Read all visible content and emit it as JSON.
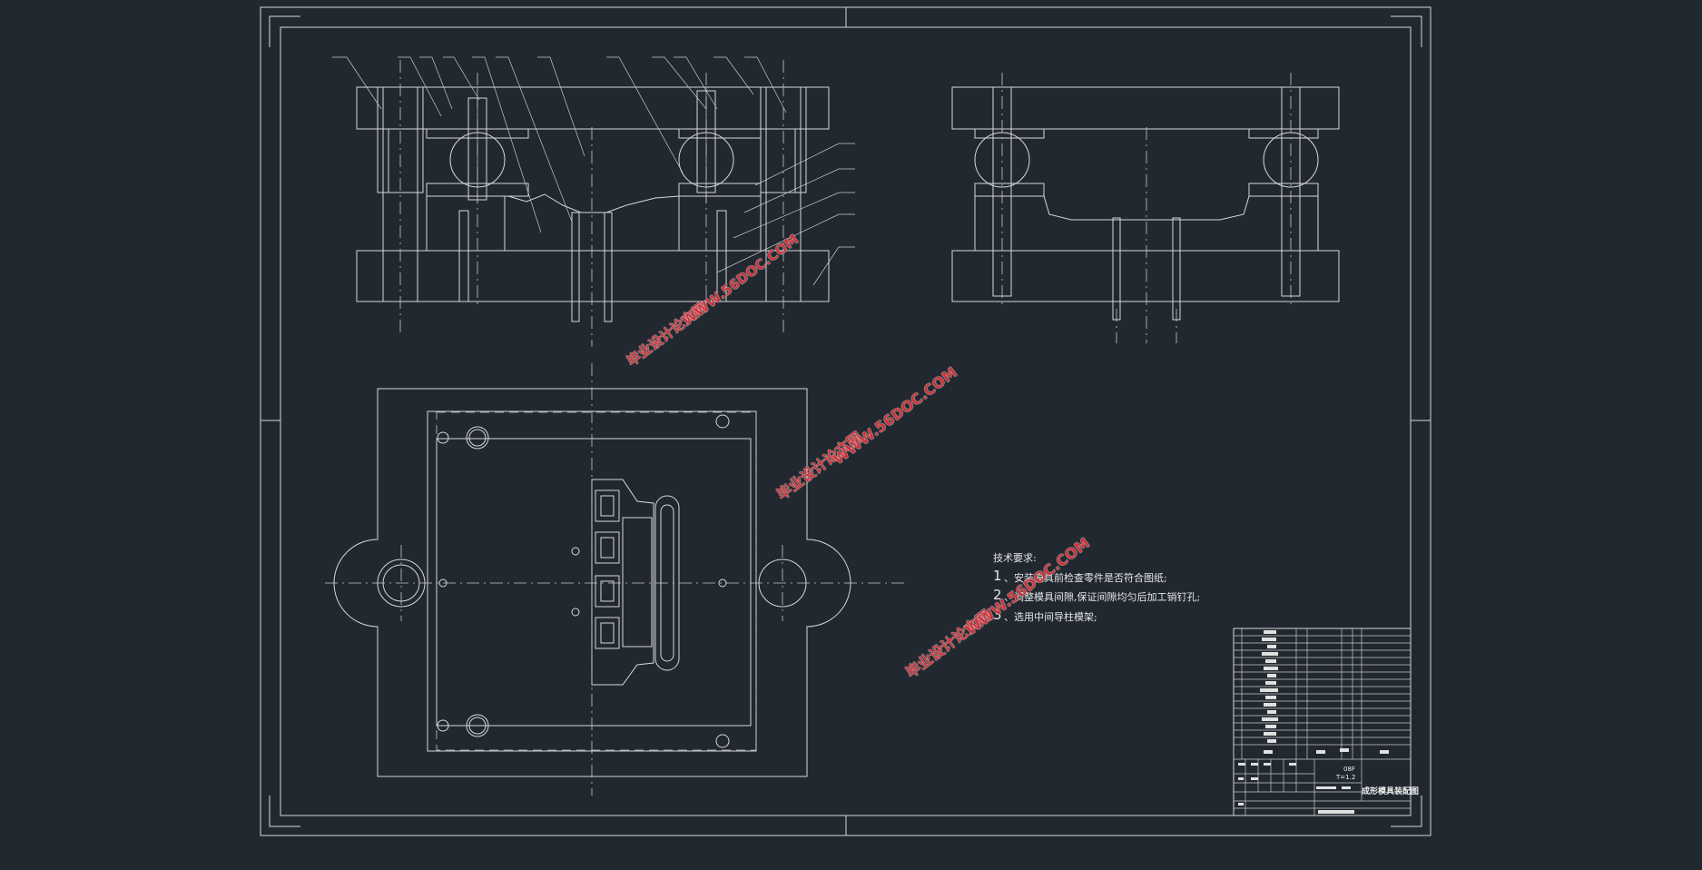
{
  "drawing": {
    "technical_requirements": {
      "heading": "技术要求:",
      "items": [
        {
          "num": "1",
          "text": "、安装模具前检查零件是否符合图纸;"
        },
        {
          "num": "2",
          "text": "、调整模具间隙,保证间隙均匀后加工销钉孔;"
        },
        {
          "num": "3",
          "text": "、选用中间导柱模架;"
        }
      ]
    },
    "title_block": {
      "title": "成形模具装配图",
      "material": "08F",
      "thickness": "T=1.2"
    },
    "watermark": {
      "site_cn": "毕业设计论文网",
      "site_url": "WWW.56DOC.COM"
    },
    "colors": {
      "background": "#212830",
      "lines": "#d8d8d8",
      "watermark": "#c8363c"
    }
  }
}
